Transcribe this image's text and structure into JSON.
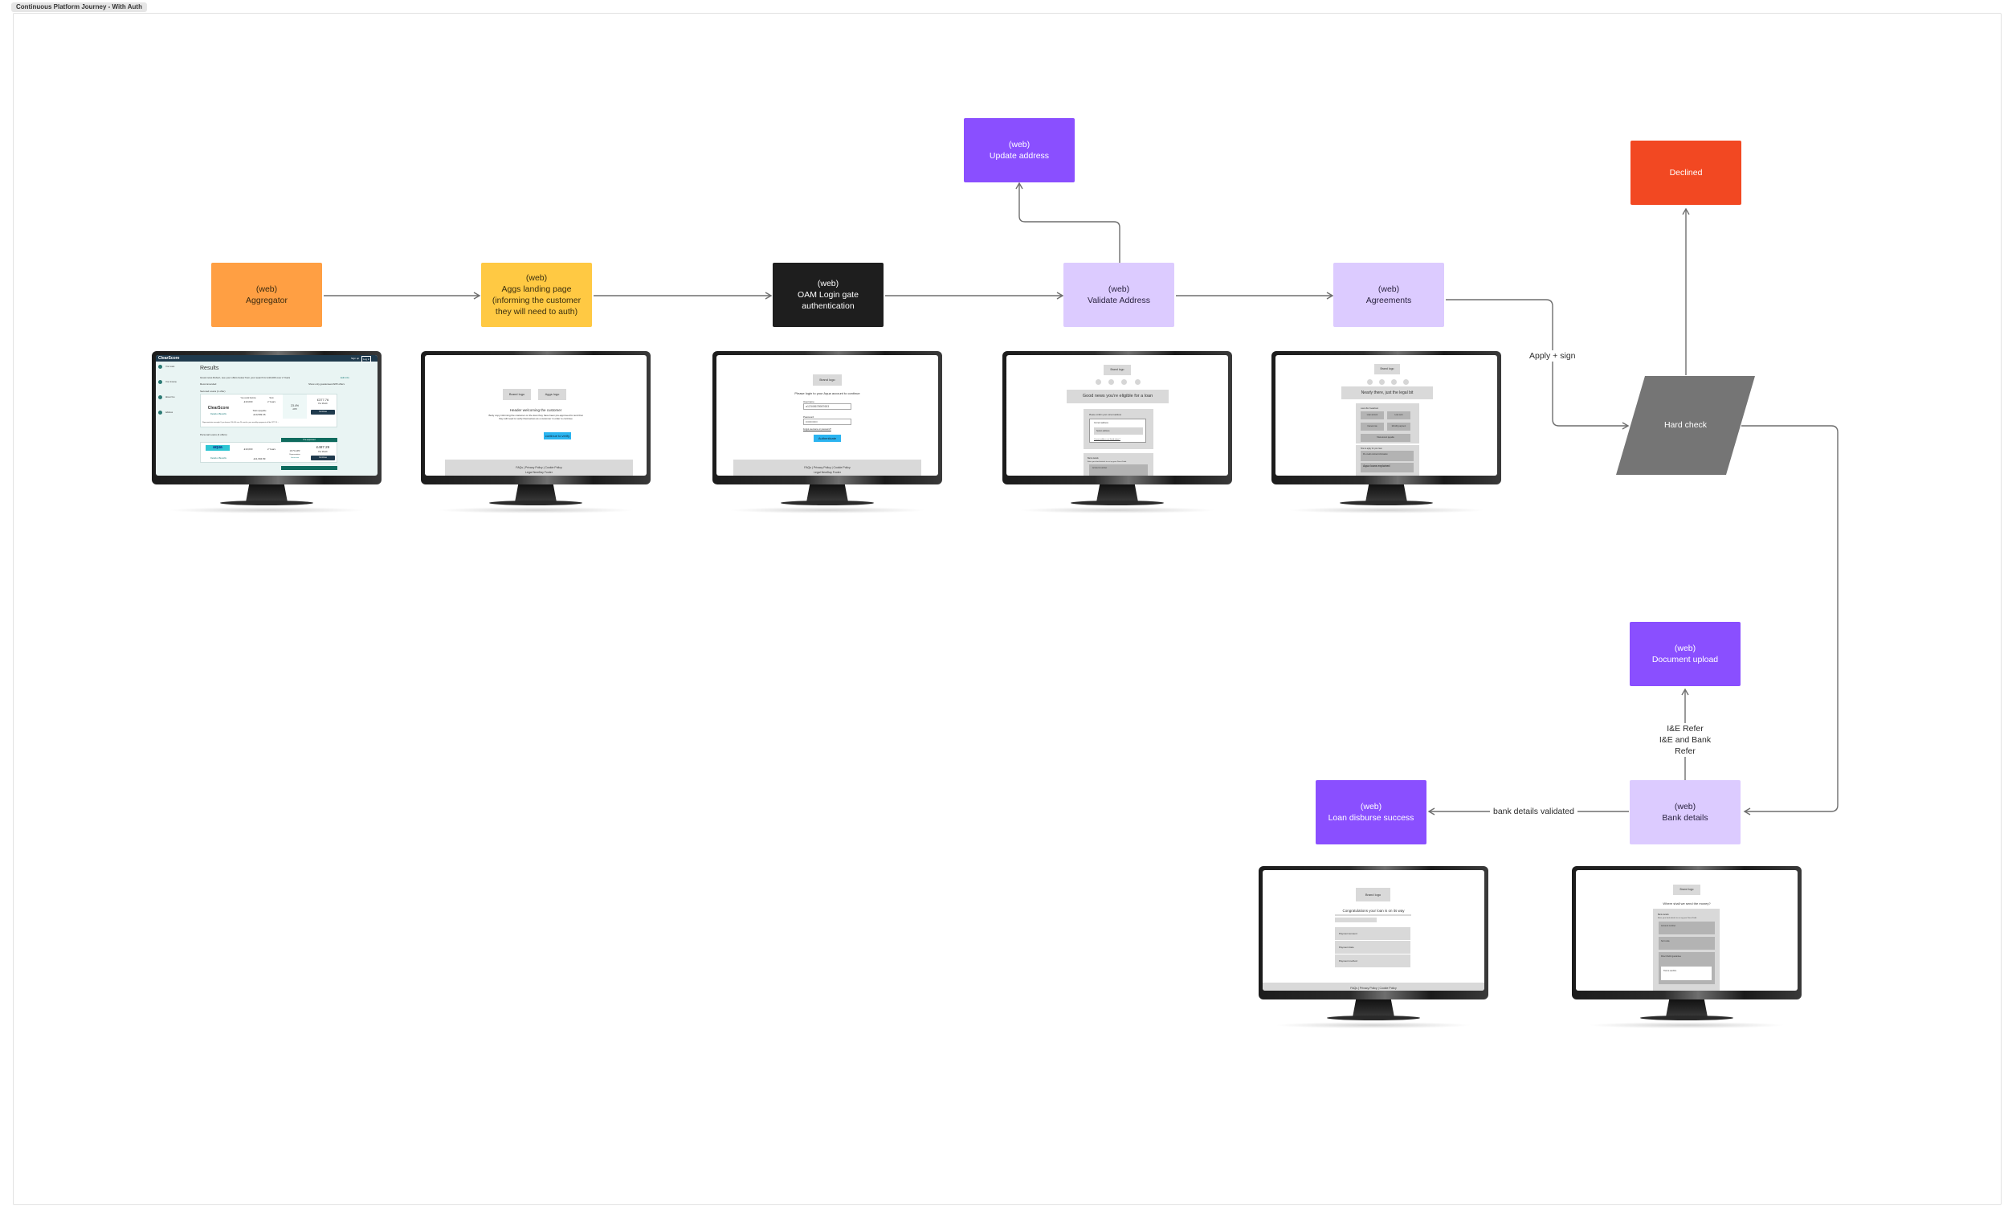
{
  "frame_title": "Continuous Platform Journey - With Auth",
  "colors": {
    "orange": "#ff9f43",
    "yellow": "#ffc943",
    "black": "#1e1e1e",
    "lilac": "#dccbff",
    "purple": "#8a4fff",
    "red": "#f24822",
    "decision": "#757575",
    "connector": "#6e6e6e"
  },
  "nodes": {
    "aggregator": {
      "tag": "(web)",
      "title": "Aggregator"
    },
    "aggs_landing": {
      "tag": "(web)",
      "title": "Aggs landing page",
      "subtitle": "(informing the customer they will need to auth)"
    },
    "oam_login": {
      "tag": "(web)",
      "title": "OAM Login gate authentication"
    },
    "validate_address": {
      "tag": "(web)",
      "title": "Validate Address"
    },
    "agreements": {
      "tag": "(web)",
      "title": "Agreements"
    },
    "update_address": {
      "tag": "(web)",
      "title": "Update address"
    },
    "declined": {
      "title": "Declined"
    },
    "hard_check": {
      "title": "Hard check"
    },
    "document_upload": {
      "tag": "(web)",
      "title": "Document upload"
    },
    "bank_details": {
      "tag": "(web)",
      "title": "Bank details"
    },
    "loan_disburse": {
      "tag": "(web)",
      "title": "Loan disburse success"
    }
  },
  "edge_labels": {
    "apply_sign": "Apply + sign",
    "refer_1": "I&E Refer",
    "refer_2": "I&E and Bank Refer",
    "bank_validated": "bank details validated"
  },
  "screens": {
    "clearscore": {
      "logo": "ClearScore",
      "sign_up": "Sign up",
      "login": "Log in",
      "steps": [
        "Your Loan",
        "Your Income",
        "About You",
        "Address"
      ],
      "title": "Results",
      "intro": "Great news Robert, see your offers below from your search for £10,000 over 2 Years",
      "edit": "Edit info",
      "sort": "Recommended",
      "toggle": "Show only guaranteed APR offers",
      "secured_header": "Secured Loans (1 offer)",
      "secured": {
        "brand": "ClearScore",
        "details": "Details & Benefits",
        "borrow_label": "You could borrow",
        "borrow": "£10,000",
        "term_label": "Term",
        "term": "2 Years",
        "total_label": "Total repayable",
        "total": "£10,599.36",
        "apr": "23.4%",
        "apr_label": "APR",
        "monthly": "£377.76",
        "per_month": "Per Month",
        "cta": "Continue"
      },
      "disclaimer": "Representative example: If you borrow £10,000 over 24 months, your monthly repayment will be £377.76 ...",
      "personal_header": "Personal Loans (4 offers)",
      "pre_approved": "Pre-approved",
      "personal": {
        "brand": "aqua",
        "details": "Details & Benefits",
        "borrow": "£10,000",
        "term": "2 Years",
        "total": "£11,694.89",
        "apr": "18.7% APR",
        "apr_label": "Representative",
        "learn": "Learn more",
        "monthly": "£487.29",
        "per_month": "Per Month",
        "cta": "Continue"
      }
    },
    "landing": {
      "brand_logo": "Brand logo",
      "aggs_logo": "Aggs logo",
      "header": "Header welcoming the customer",
      "body": "Body copy informing the customer on the loan they have been pre-approved for and that they will need to verify themselves as a customer in order to continue",
      "cta": "continue to verify",
      "footer_links": "FAQs | Privacy Policy | Cookie Policy",
      "footer_legal": "Legal NewDay Footer"
    },
    "login": {
      "brand_logo": "Brand logo",
      "header": "Please login to your Aqua account to continue",
      "username_label": "Username",
      "username_value": "a12345678987653",
      "password_label": "Password",
      "password_value": "••••••••••••",
      "forgot": "Forgot username or password?",
      "cta": "Authenticate",
      "footer_links": "FAQs | Privacy Policy | Cookie Policy",
      "footer_legal": "Legal NewDay Footer"
    },
    "address": {
      "brand_logo": "Brand logo",
      "header": "Good news you're eligible for a loan",
      "confirm": "Please confirm your current address",
      "current": "Current address",
      "select": "Select address",
      "not_listed": "Current address not listed above?",
      "bank_title": "Bank details",
      "bank_sub": "Enter your bank details to set up your Direct Debit",
      "account": "Account number"
    },
    "agreements": {
      "brand_logo": "Brand logo",
      "header": "Nearly there, just the legal bit",
      "breakdown": "Loan offer breakdown",
      "cells": [
        "Loan amount",
        "Loan term",
        "Interest rate",
        "Monthly payment"
      ],
      "total": "Total amount payable",
      "how": "How to apply for your loan",
      "pre_contract": "Pre credit contract information",
      "terms": "Aqua loans explained"
    },
    "disburse": {
      "brand_logo": "Brand logo",
      "header": "Congratulations your loan is on its way",
      "rows": [
        "Payment amount",
        "Payment date",
        "Payment method"
      ],
      "footer_links": "FAQs | Privacy Policy | Cookie Policy"
    },
    "bank": {
      "brand_logo": "Brand logo",
      "header": "Where shall we send the money?",
      "title": "Bank details",
      "sub": "Enter your bank details to set up your Direct Debit",
      "account": "Account number",
      "sort": "Sort code",
      "dd": "Direct Debit guarantee",
      "tick": "Tick to confirm"
    }
  }
}
